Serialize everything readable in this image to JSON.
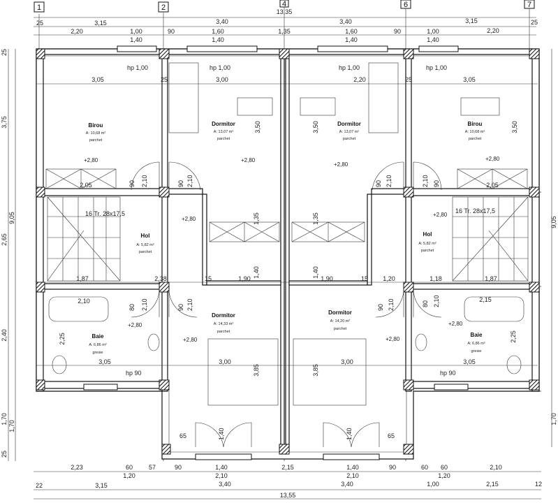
{
  "axes": [
    "1",
    "2",
    "4",
    "6",
    "7"
  ],
  "top_dims": {
    "total": "13,35",
    "row1": [
      "25",
      "3,15",
      "3,40",
      "3,40",
      "3,15",
      "25"
    ],
    "row2": [
      "2,20",
      "1,00",
      "1,40",
      "90",
      "1,60",
      "1,40",
      "1,35",
      "1,60",
      "1,40",
      "90",
      "1,00",
      "1,40",
      "2,20"
    ]
  },
  "bottom_dims": {
    "row1": [
      "2,23",
      "60",
      "1,20",
      "57",
      "90",
      "1,40",
      "2,10",
      "2,15",
      "1,40",
      "2,10",
      "90",
      "60",
      "60",
      "1,20",
      "2,10"
    ],
    "row2": [
      "22",
      "3,15",
      "3,40",
      "3,40",
      "1,00",
      "2,15",
      "12"
    ],
    "total": "13,55"
  },
  "left_dims": [
    "25",
    "3,75",
    "2,65",
    "2,40",
    "1,70",
    "25",
    "9,05",
    "1,70"
  ],
  "right_dims": [
    "9,05",
    "1,70"
  ],
  "rooms": [
    {
      "name": "Birou",
      "area": "A: 10,68 m²",
      "floor": "parchet",
      "level": "+2,80"
    },
    {
      "name": "Dormitor",
      "area": "A: 13,07 m²",
      "floor": "parchet",
      "level": "+2,80"
    },
    {
      "name": "Dormitor",
      "area": "A: 13,07 m²",
      "floor": "parchet",
      "level": "+2,80"
    },
    {
      "name": "Birou",
      "area": "A: 10,68 m²",
      "floor": "parchet",
      "level": "+2,80"
    },
    {
      "name": "Hol",
      "area": "A: 5,82 m²",
      "floor": "parchet",
      "level": "+2,80"
    },
    {
      "name": "Hol",
      "area": "A: 5,82 m²",
      "floor": "parchet",
      "level": "+2,80"
    },
    {
      "name": "Baie",
      "area": "A: 6,86 m²",
      "floor": "gresie",
      "level": "+2,80"
    },
    {
      "name": "Dormitor",
      "area": "A: 14,33 m²",
      "floor": "parchet",
      "level": "+2,80"
    },
    {
      "name": "Dormitor",
      "area": "A: 14,20 m²",
      "floor": "parchet",
      "level": "+2,80"
    },
    {
      "name": "Baie",
      "area": "A: 6,86 m²",
      "floor": "gresie",
      "level": "+2,80"
    }
  ],
  "notes": {
    "hp100": "hp 1,00",
    "hp90": "hp 90",
    "stairs_l": "16 Tr. 28x17,5",
    "stairs_r": "16 Tr. 28x17,5",
    "w305": "3,05",
    "w300": "3,00",
    "w220": "2,20",
    "h350": "3,50",
    "w205": "2,05",
    "w210": "2,10",
    "w215": "2,15",
    "h225": "2,25",
    "w187": "1,87",
    "w238": "2,38",
    "w190": "1,90",
    "w120": "1,20",
    "w118": "1,18",
    "h385": "3,85",
    "w65": "65",
    "d90": "90",
    "d210": "2,10",
    "d80": "80",
    "d140": "1,40",
    "h135": "1,35",
    "h140": "1,40",
    "w25": "25",
    "w15": "15"
  }
}
